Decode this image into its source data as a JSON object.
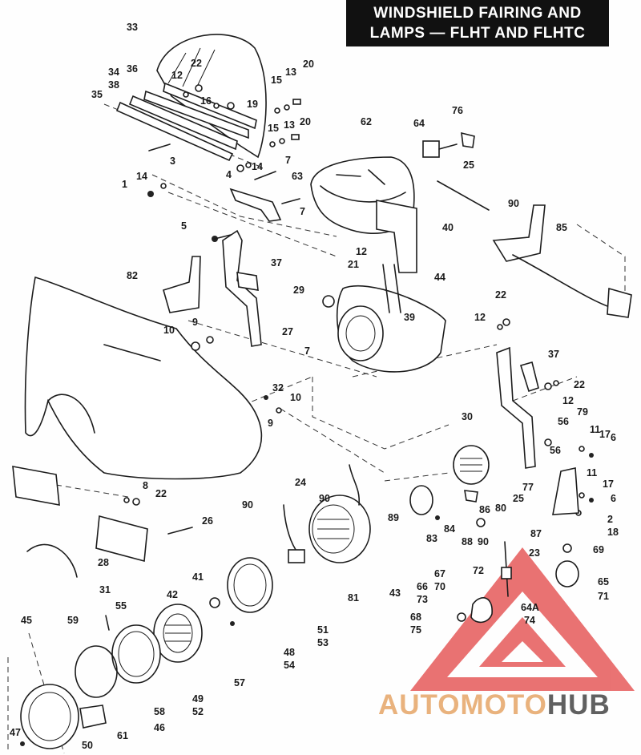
{
  "header": {
    "title_line1": "WINDSHIELD FAIRING AND",
    "title_line2": "LAMPS — FLHT AND FLHTC"
  },
  "watermark": {
    "part1": "AUTO",
    "part2": "MOTO",
    "part3": "HUB",
    "colors": {
      "triangle": "#e65a5a",
      "auto_moto": "#e9b27d",
      "hub": "#606060"
    }
  },
  "part_labels": [
    {
      "id": "p33",
      "text": "33"
    },
    {
      "id": "p22a",
      "text": "22"
    },
    {
      "id": "p12a",
      "text": "12"
    },
    {
      "id": "p36",
      "text": "36"
    },
    {
      "id": "p34",
      "text": "34"
    },
    {
      "id": "p38",
      "text": "38"
    },
    {
      "id": "p35",
      "text": "35"
    },
    {
      "id": "p16",
      "text": "16"
    },
    {
      "id": "p19",
      "text": "19"
    },
    {
      "id": "p15a",
      "text": "15"
    },
    {
      "id": "p13a",
      "text": "13"
    },
    {
      "id": "p20a",
      "text": "20"
    },
    {
      "id": "p15b",
      "text": "15"
    },
    {
      "id": "p13b",
      "text": "13"
    },
    {
      "id": "p20b",
      "text": "20"
    },
    {
      "id": "p3",
      "text": "3"
    },
    {
      "id": "p4",
      "text": "4"
    },
    {
      "id": "p14a",
      "text": "14"
    },
    {
      "id": "p7a",
      "text": "7"
    },
    {
      "id": "p14b",
      "text": "14"
    },
    {
      "id": "p1",
      "text": "1"
    },
    {
      "id": "p63",
      "text": "63"
    },
    {
      "id": "p7b",
      "text": "7"
    },
    {
      "id": "p62",
      "text": "62"
    },
    {
      "id": "p64",
      "text": "64"
    },
    {
      "id": "p76",
      "text": "76"
    },
    {
      "id": "p25a",
      "text": "25"
    },
    {
      "id": "p90a",
      "text": "90"
    },
    {
      "id": "p40",
      "text": "40"
    },
    {
      "id": "p85",
      "text": "85"
    },
    {
      "id": "p5",
      "text": "5"
    },
    {
      "id": "p37a",
      "text": "37"
    },
    {
      "id": "p12b",
      "text": "12"
    },
    {
      "id": "p21",
      "text": "21"
    },
    {
      "id": "p82",
      "text": "82"
    },
    {
      "id": "p29",
      "text": "29"
    },
    {
      "id": "p44",
      "text": "44"
    },
    {
      "id": "p39",
      "text": "39"
    },
    {
      "id": "p27",
      "text": "27"
    },
    {
      "id": "p22b",
      "text": "22"
    },
    {
      "id": "p12c",
      "text": "12"
    },
    {
      "id": "p10a",
      "text": "10"
    },
    {
      "id": "p9a",
      "text": "9"
    },
    {
      "id": "p7c",
      "text": "7"
    },
    {
      "id": "p37b",
      "text": "37"
    },
    {
      "id": "p22c",
      "text": "22"
    },
    {
      "id": "p12d",
      "text": "12"
    },
    {
      "id": "p32",
      "text": "32"
    },
    {
      "id": "p10b",
      "text": "10"
    },
    {
      "id": "p9b",
      "text": "9"
    },
    {
      "id": "p30",
      "text": "30"
    },
    {
      "id": "p79",
      "text": "79"
    },
    {
      "id": "p56a",
      "text": "56"
    },
    {
      "id": "p11a",
      "text": "11"
    },
    {
      "id": "p17a",
      "text": "17"
    },
    {
      "id": "p6a",
      "text": "6"
    },
    {
      "id": "p56b",
      "text": "56"
    },
    {
      "id": "p11b",
      "text": "11"
    },
    {
      "id": "p17b",
      "text": "17"
    },
    {
      "id": "p6b",
      "text": "6"
    },
    {
      "id": "p8",
      "text": "8"
    },
    {
      "id": "p22d",
      "text": "22"
    },
    {
      "id": "p24",
      "text": "24"
    },
    {
      "id": "p90b",
      "text": "90"
    },
    {
      "id": "p90c",
      "text": "90"
    },
    {
      "id": "p77",
      "text": "77"
    },
    {
      "id": "p25b",
      "text": "25"
    },
    {
      "id": "p80",
      "text": "80"
    },
    {
      "id": "p2",
      "text": "2"
    },
    {
      "id": "p18",
      "text": "18"
    },
    {
      "id": "p89",
      "text": "89"
    },
    {
      "id": "p83",
      "text": "83"
    },
    {
      "id": "p84",
      "text": "84"
    },
    {
      "id": "p86",
      "text": "86"
    },
    {
      "id": "p88",
      "text": "88"
    },
    {
      "id": "p90d",
      "text": "90"
    },
    {
      "id": "p87",
      "text": "87"
    },
    {
      "id": "p23",
      "text": "23"
    },
    {
      "id": "p69",
      "text": "69"
    },
    {
      "id": "p26",
      "text": "26"
    },
    {
      "id": "p28",
      "text": "28"
    },
    {
      "id": "p72",
      "text": "72"
    },
    {
      "id": "p65",
      "text": "65"
    },
    {
      "id": "p71",
      "text": "71"
    },
    {
      "id": "p31",
      "text": "31"
    },
    {
      "id": "p41",
      "text": "41"
    },
    {
      "id": "p81",
      "text": "81"
    },
    {
      "id": "p43",
      "text": "43"
    },
    {
      "id": "p67",
      "text": "67"
    },
    {
      "id": "p70",
      "text": "70"
    },
    {
      "id": "p66",
      "text": "66"
    },
    {
      "id": "p73",
      "text": "73"
    },
    {
      "id": "p64A",
      "text": "64A"
    },
    {
      "id": "p74",
      "text": "74"
    },
    {
      "id": "p42",
      "text": "42"
    },
    {
      "id": "p55",
      "text": "55"
    },
    {
      "id": "p51",
      "text": "51"
    },
    {
      "id": "p53",
      "text": "53"
    },
    {
      "id": "p68",
      "text": "68"
    },
    {
      "id": "p75",
      "text": "75"
    },
    {
      "id": "p45",
      "text": "45"
    },
    {
      "id": "p59",
      "text": "59"
    },
    {
      "id": "p48",
      "text": "48"
    },
    {
      "id": "p54",
      "text": "54"
    },
    {
      "id": "p57",
      "text": "57"
    },
    {
      "id": "p49",
      "text": "49"
    },
    {
      "id": "p52",
      "text": "52"
    },
    {
      "id": "p58",
      "text": "58"
    },
    {
      "id": "p46",
      "text": "46"
    },
    {
      "id": "p61",
      "text": "61"
    },
    {
      "id": "p47",
      "text": "47"
    },
    {
      "id": "p50",
      "text": "50"
    }
  ]
}
